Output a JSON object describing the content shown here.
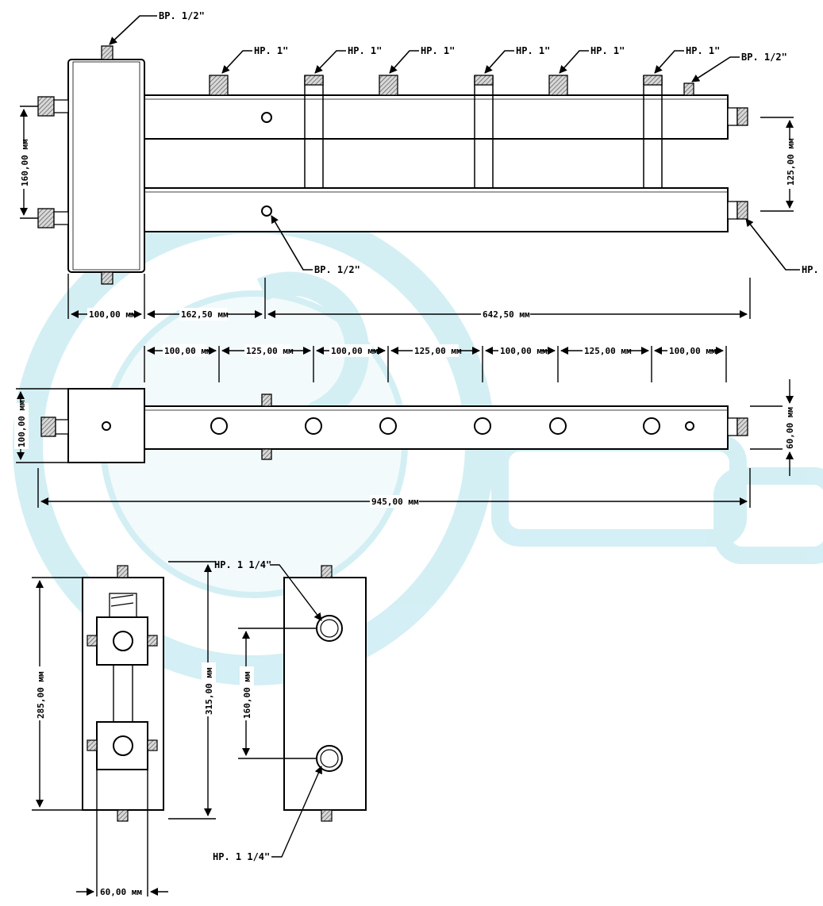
{
  "labels": {
    "bp_half": "ВР. 1/2\"",
    "hp_one": "НР. 1\"",
    "hp_one_quarter": "НР. 1 1/4\""
  },
  "dimensions": {
    "height_160": "160,00 мм",
    "height_125": "125,00 мм",
    "top_100": "100,00 мм",
    "top_162": "162,50 мм",
    "top_642": "642,50 мм",
    "spacing_100": "100,00 мм",
    "spacing_125": "125,00 мм",
    "side_100": "100,00 мм",
    "side_60": "60,00 мм",
    "overall_945": "945,00 мм",
    "height_285": "285,00 мм",
    "height_315": "315,00 мм",
    "center_160": "160,00 мм",
    "width_60": "60,00 мм"
  },
  "colors": {
    "line": "#000000",
    "hatch": "#6d6d6d",
    "watermark": "#aee3ec"
  }
}
